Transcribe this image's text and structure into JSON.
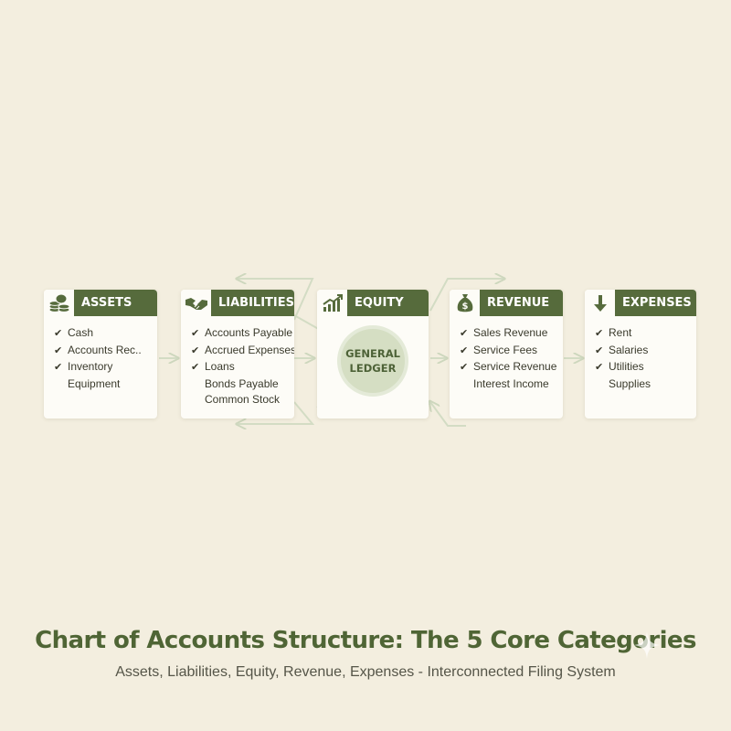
{
  "categories": [
    {
      "title": "ASSETS",
      "icon": "coins-icon",
      "items": [
        {
          "label": "Cash",
          "check": true
        },
        {
          "label": "Accounts Rec..",
          "check": true
        },
        {
          "label": "Inventory",
          "check": true
        },
        {
          "label": "Equipment",
          "check": false
        }
      ]
    },
    {
      "title": "LIABILITIES",
      "icon": "handshake-icon",
      "items": [
        {
          "label": "Accounts Payable",
          "check": true
        },
        {
          "label": "Accrued Expenses",
          "check": true
        },
        {
          "label": "Loans",
          "check": true
        },
        {
          "label": "Bonds Payable",
          "check": false
        },
        {
          "label": "Common Stock",
          "check": false
        }
      ]
    },
    {
      "title": "EQUITY",
      "icon": "growth-chart-icon",
      "items": []
    },
    {
      "title": "REVENUE",
      "icon": "money-bag-icon",
      "items": [
        {
          "label": "Sales Revenue",
          "check": true
        },
        {
          "label": "Service Fees",
          "check": true
        },
        {
          "label": "Service Revenue",
          "check": true
        },
        {
          "label": "Interest Income",
          "check": false
        }
      ]
    },
    {
      "title": "EXPENSES",
      "icon": "down-arrow-icon",
      "items": [
        {
          "label": "Rent",
          "check": true
        },
        {
          "label": "Salaries",
          "check": true
        },
        {
          "label": "Utilities",
          "check": true
        },
        {
          "label": "Supplies",
          "check": false
        }
      ]
    }
  ],
  "ledger": {
    "line1": "GENERAL",
    "line2": "LEDGER"
  },
  "title": "Chart of Accounts Structure: The 5 Core Categories",
  "subtitle": "Assets, Liabilities, Equity, Revenue, Expenses - Interconnected Filing System",
  "colors": {
    "background": "#f3eedf",
    "header": "#566b3c",
    "card": "#fdfcf7",
    "ledger": "#d5dec3",
    "connector": "#d3dcc4",
    "title": "#4f6535"
  }
}
